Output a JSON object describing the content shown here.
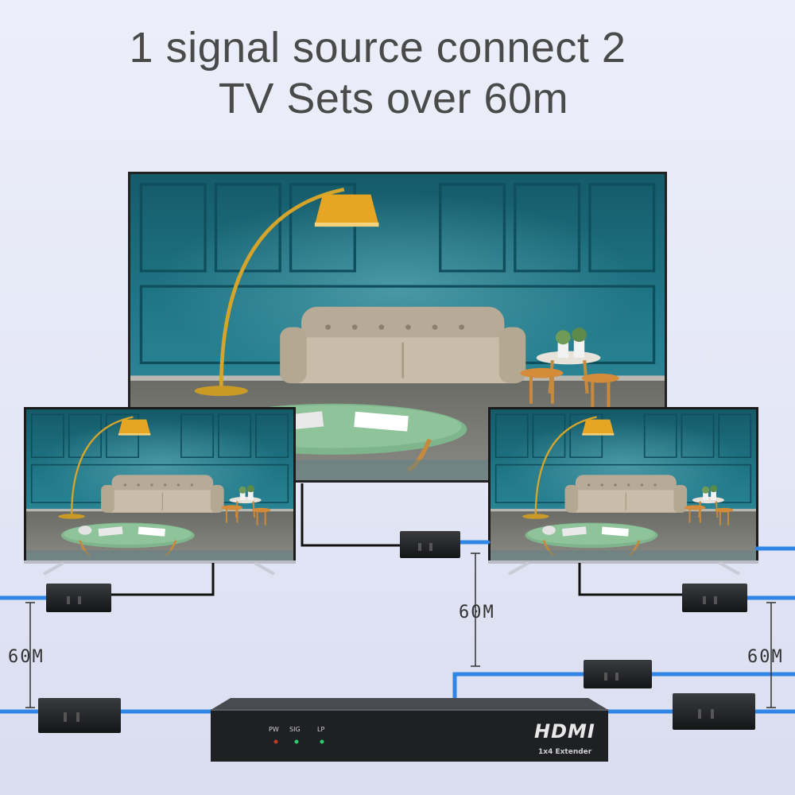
{
  "title": {
    "line1": "1 signal source connect 2",
    "line2": "TV Sets over 60m"
  },
  "distances": {
    "left": "60M",
    "center": "60M",
    "right": "60M"
  },
  "splitter": {
    "brand": "HDMI",
    "subtitle": "1x4 Extender",
    "leds": [
      "PW",
      "SIG",
      "LP"
    ]
  },
  "colors": {
    "background": "#e6e9f6",
    "cable": "#2f86e6",
    "wall": "#1e6f80",
    "device": "#1e1f22",
    "led": "#2ecc71",
    "lamp": "#e6a623"
  },
  "icons": [
    "floor-lamp-icon",
    "sofa-icon",
    "coffee-table-icon",
    "stool-icon",
    "plant-icon"
  ]
}
